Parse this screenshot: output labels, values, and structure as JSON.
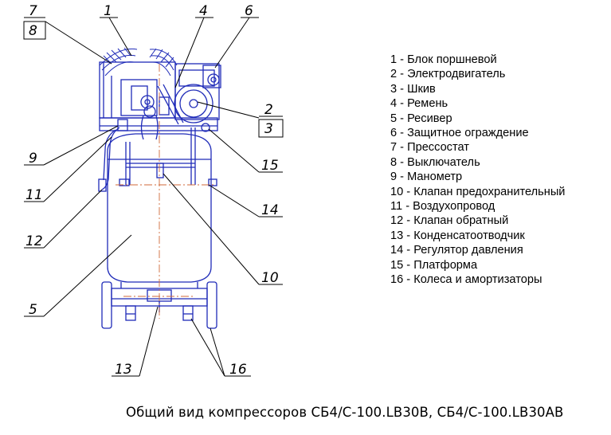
{
  "callouts": {
    "c7": "7",
    "c8": "8",
    "c1": "1",
    "c4": "4",
    "c6": "6",
    "c2": "2",
    "c3": "3",
    "c9": "9",
    "c15": "15",
    "c11": "11",
    "c14": "14",
    "c12": "12",
    "c10": "10",
    "c5": "5",
    "c13": "13",
    "c16": "16"
  },
  "legend": [
    "1 - Блок поршневой",
    "2 - Электродвигатель",
    "3 - Шкив",
    "4 - Ремень",
    "5 - Ресивер",
    "6 - Защитное ограждение",
    "7 - Прессостат",
    "8 - Выключатель",
    "9 - Манометр",
    "10 - Клапан предохранительный",
    "11 - Воздухопровод",
    "12 - Клапан обратный",
    "13 - Конденсатоотводчик",
    "14 - Регулятор давления",
    "15 - Платформа",
    "16 - Колеса и амортизаторы"
  ],
  "caption": "Общий вид компрессоров СБ4/С-100.LB30B, СБ4/С-100.LB30AB",
  "colors": {
    "drawing": "#1f2bb8",
    "centerline": "#d06a3a",
    "leader": "#000000",
    "text": "#000000"
  }
}
